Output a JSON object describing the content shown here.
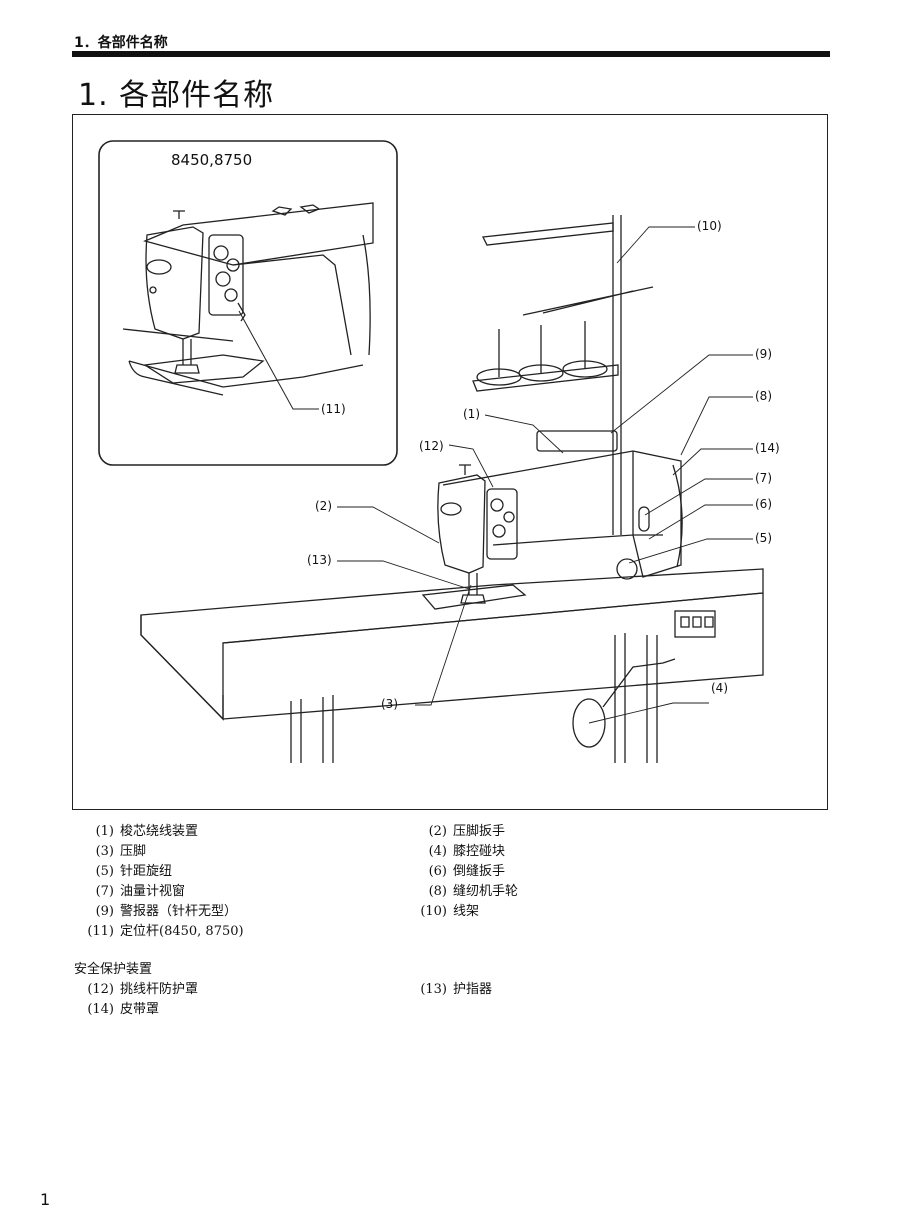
{
  "header": {
    "running_head": "1．各部件名称",
    "title": "1. 各部件名称"
  },
  "figure": {
    "inset_model": "8450,8750",
    "callouts": {
      "c1": "(1)",
      "c2": "(2)",
      "c3": "(3)",
      "c4": "(4)",
      "c5": "(5)",
      "c6": "(6)",
      "c7": "(7)",
      "c8": "(8)",
      "c9": "(9)",
      "c10": "(10)",
      "c11": "(11)",
      "c12": "(12)",
      "c13": "(13)",
      "c14": "(14)"
    }
  },
  "parts": [
    {
      "num": "(1)",
      "text": "梭芯绕线装置"
    },
    {
      "num": "(2)",
      "text": "压脚扳手"
    },
    {
      "num": "(3)",
      "text": "压脚"
    },
    {
      "num": "(4)",
      "text": "膝控碰块"
    },
    {
      "num": "(5)",
      "text": "针距旋纽"
    },
    {
      "num": "(6)",
      "text": "倒缝扳手"
    },
    {
      "num": "(7)",
      "text": "油量计视窗"
    },
    {
      "num": "(8)",
      "text": "缝纫机手轮"
    },
    {
      "num": "(9)",
      "text": "警报器（针杆无型）"
    },
    {
      "num": "(10)",
      "text": "线架"
    },
    {
      "num": "(11)",
      "text": "定位杆(8450, 8750)"
    }
  ],
  "safety": {
    "heading": "安全保护装置",
    "items": [
      {
        "num": "(12)",
        "text": "挑线杆防护罩"
      },
      {
        "num": "(13)",
        "text": "护指器"
      },
      {
        "num": "(14)",
        "text": "皮带罩"
      }
    ]
  },
  "page_number": "1"
}
